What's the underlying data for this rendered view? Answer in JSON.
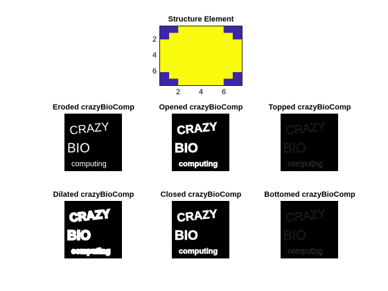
{
  "strel": {
    "title": "Structure Element",
    "xticks": [
      "2",
      "4",
      "6"
    ],
    "yticks": [
      "2",
      "4",
      "6"
    ],
    "matrix": [
      [
        0,
        0,
        1,
        1,
        1,
        1,
        1,
        0,
        0
      ],
      [
        0,
        1,
        1,
        1,
        1,
        1,
        1,
        1,
        0
      ],
      [
        1,
        1,
        1,
        1,
        1,
        1,
        1,
        1,
        1
      ],
      [
        1,
        1,
        1,
        1,
        1,
        1,
        1,
        1,
        1
      ],
      [
        1,
        1,
        1,
        1,
        1,
        1,
        1,
        1,
        1
      ],
      [
        1,
        1,
        1,
        1,
        1,
        1,
        1,
        1,
        1
      ],
      [
        1,
        1,
        1,
        1,
        1,
        1,
        1,
        1,
        1
      ],
      [
        0,
        1,
        1,
        1,
        1,
        1,
        1,
        1,
        0
      ],
      [
        0,
        0,
        1,
        1,
        1,
        1,
        1,
        0,
        0
      ]
    ],
    "colors": {
      "on": "#f9fb0e",
      "off": "#3e26a8"
    }
  },
  "panels": [
    {
      "title": "Eroded crazyBioComp",
      "style": "thin"
    },
    {
      "title": "Opened crazyBioComp",
      "style": "normal"
    },
    {
      "title": "Topped crazyBioComp",
      "style": "faint"
    },
    {
      "title": "Dilated crazyBioComp",
      "style": "thick"
    },
    {
      "title": "Closed crazyBioComp",
      "style": "normal"
    },
    {
      "title": "Bottomed crazyBioComp",
      "style": "faint"
    }
  ],
  "image_text": {
    "line1": "CRAZY",
    "line2": "BIO",
    "line3": "computing"
  }
}
